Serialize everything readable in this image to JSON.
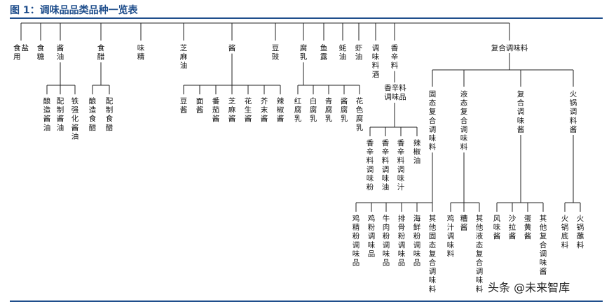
{
  "figure": {
    "title": "图 1：调味品品类品种一览表",
    "watermark": "头条 @未来智库",
    "colors": {
      "accent": "#1f4e8c",
      "line": "#222222",
      "text": "#111111"
    }
  },
  "tree": {
    "top_level": [
      "食用盐",
      "食糖",
      "酱油",
      "食醋",
      "味精",
      "芝麻油",
      "酱",
      "豆豉",
      "腐乳",
      "鱼露",
      "蚝油",
      "虾油",
      "调味料酒",
      "香辛料",
      "复合调味料"
    ],
    "soy_sauce_children": [
      "酿造酱油",
      "配制酱油",
      "铁强化酱油"
    ],
    "vinegar_children": [
      "酿造食醋",
      "配制食醋"
    ],
    "sauce_children": [
      "豆酱",
      "面酱",
      "番茄酱",
      "芝麻酱",
      "花生酱",
      "芥末酱",
      "辣椒酱"
    ],
    "fermented_tofu_children": [
      "红腐乳",
      "白腐乳",
      "青腐乳",
      "酱腐乳",
      "花色腐乳"
    ],
    "spice_child": "香辛料调味品",
    "spice_grandchildren": [
      "香辛料调味粉",
      "香辛料调味油",
      "香辛料调味汁",
      "辣椒油"
    ],
    "compound_children": [
      "固态复合调味料",
      "液态复合调味料",
      "复合调味酱",
      "火锅调料酱"
    ],
    "solid_children": [
      "鸡精粉调味品",
      "鸡粉调味品",
      "牛肉粉调味品",
      "排骨粉调味品",
      "海鲜粉调味品",
      "其他固态复合调味料"
    ],
    "liquid_children": [
      "鸡汁调味料",
      "糟酱",
      "其他液态复合调味料"
    ],
    "paste_children": [
      "风味酱",
      "沙拉酱",
      "蛋黄酱",
      "其他复合调味酱"
    ],
    "hotpot_children": [
      "火锅底料",
      "火锅蘸料"
    ]
  }
}
